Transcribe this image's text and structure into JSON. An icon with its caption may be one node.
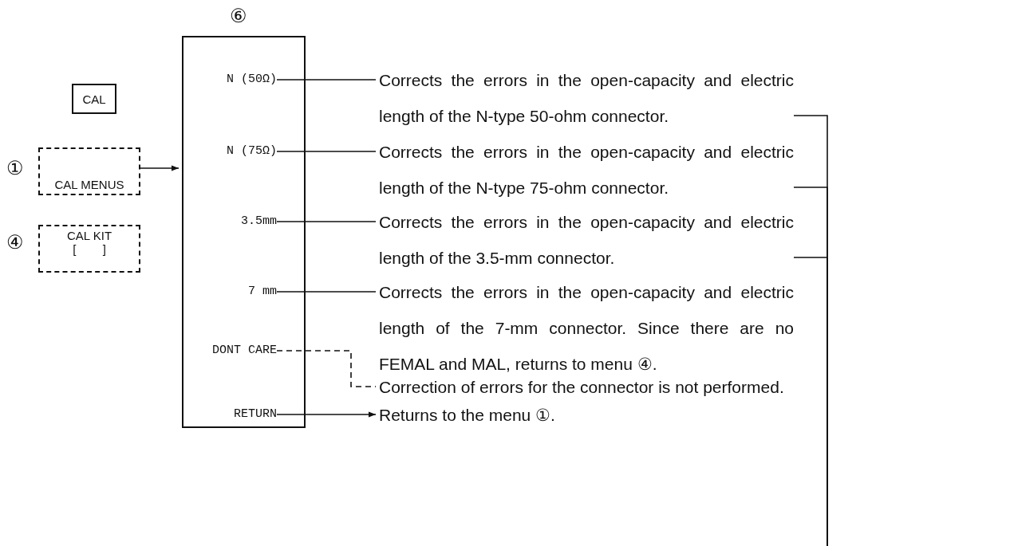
{
  "diagram": {
    "nodes": [
      {
        "text": [
          "CAL"
        ]
      },
      {
        "text": [
          "CAL MENUS"
        ],
        "beside": [
          "①"
        ]
      },
      {
        "text": [
          "CAL KIT",
          "[        ]"
        ],
        "beside": [
          "④"
        ]
      },
      {
        "text": [],
        "shape": "box",
        "beside": [
          "⑥"
        ]
      },
      {
        "text": [
          "N (50Ω)"
        ],
        "in": 3
      },
      {
        "text": [
          "N (75Ω)"
        ],
        "in": 3
      },
      {
        "text": [
          "3.5mm"
        ],
        "in": 3
      },
      {
        "text": [
          "7 mm"
        ],
        "in": 3
      },
      {
        "text": [
          "DONT CARE"
        ],
        "in": 3
      },
      {
        "text": [
          "RETURN"
        ],
        "in": 3
      },
      {
        "text": [
          "Corrects the errors in the open-capacity and electric length of the N-type 50-ohm connector."
        ]
      },
      {
        "text": [
          "Corrects the errors in the open-capacity and electric length of the N-type 75-ohm connector."
        ]
      },
      {
        "text": [
          "Corrects the errors in the open-capacity and electric length of the 3.5-mm connector."
        ]
      },
      {
        "text": [
          "Corrects the errors in the open-capacity and electric length of the 7-mm connector. Since there are no FEMAL and MAL, returns to menu ④."
        ]
      },
      {
        "text": [
          "Correction of errors for the connector is not performed."
        ]
      },
      {
        "text": [
          "Returns to the menu ①."
        ]
      }
    ],
    "edges": [
      {
        "from": 1,
        "to": 3,
        "arrow": "to"
      },
      {
        "from": 4,
        "to": 10,
        "arrow": "none"
      },
      {
        "from": 5,
        "to": 11,
        "arrow": "none"
      },
      {
        "from": 6,
        "to": 12,
        "arrow": "none"
      },
      {
        "from": 7,
        "to": 13,
        "arrow": "none"
      },
      {
        "from": 8,
        "to": 14,
        "arrow": "none",
        "style": "dashed"
      },
      {
        "from": 9,
        "to": 15,
        "arrow": "to"
      },
      {
        "from": 10,
        "to": null,
        "arrow": "none"
      },
      {
        "from": 11,
        "to": null,
        "arrow": "none"
      },
      {
        "from": 12,
        "to": null,
        "arrow": "none"
      }
    ]
  }
}
